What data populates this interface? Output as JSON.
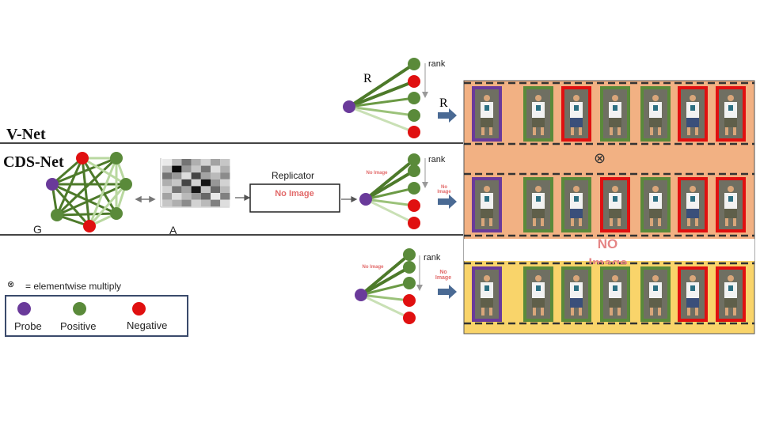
{
  "labels": {
    "rank": "rank",
    "r_top": "R",
    "r_right": "R",
    "vnet": "V-Net",
    "cdsnet": "CDS-Net",
    "g": "G",
    "a": "A",
    "replicator": "Replicator",
    "no_image": "No Image",
    "no": "NO",
    "image": "Image",
    "otimes": "⊗",
    "legend_title": "= elementwise multiply",
    "legend_probe": "Probe",
    "legend_positive": "Positive",
    "legend_negative": "Negative"
  },
  "colors": {
    "probe": "#6a3a9a",
    "positive": "#5a8a3a",
    "negative": "#e01010",
    "band_orange": "#f2b183",
    "band_yellow": "#f9d46a",
    "arrow_blue": "#4a6a94",
    "edge_green": "#4d7a2a"
  },
  "rows": [
    {
      "frames": [
        "probe",
        "positive",
        "negative",
        "positive",
        "positive",
        "negative",
        "negative"
      ]
    },
    {
      "frames": [
        "probe",
        "positive",
        "positive",
        "negative",
        "positive",
        "negative",
        "negative"
      ]
    },
    {
      "frames": [
        "probe",
        "positive",
        "positive",
        "positive",
        "positive",
        "negative",
        "negative"
      ]
    }
  ],
  "matrix": [
    [
      0.05,
      0.25,
      0.55,
      0.3,
      0.15,
      0.35,
      0.2
    ],
    [
      0.25,
      1.0,
      0.4,
      0.2,
      0.55,
      0.1,
      0.3
    ],
    [
      0.55,
      0.4,
      0.1,
      0.75,
      0.35,
      0.25,
      0.45
    ],
    [
      0.3,
      0.2,
      0.75,
      0.15,
      0.95,
      0.4,
      0.15
    ],
    [
      0.15,
      0.55,
      0.35,
      0.95,
      0.2,
      0.6,
      0.25
    ],
    [
      0.35,
      0.1,
      0.25,
      0.4,
      0.6,
      0.05,
      0.5
    ],
    [
      0.2,
      0.3,
      0.45,
      0.15,
      0.25,
      0.5,
      0.1
    ]
  ]
}
